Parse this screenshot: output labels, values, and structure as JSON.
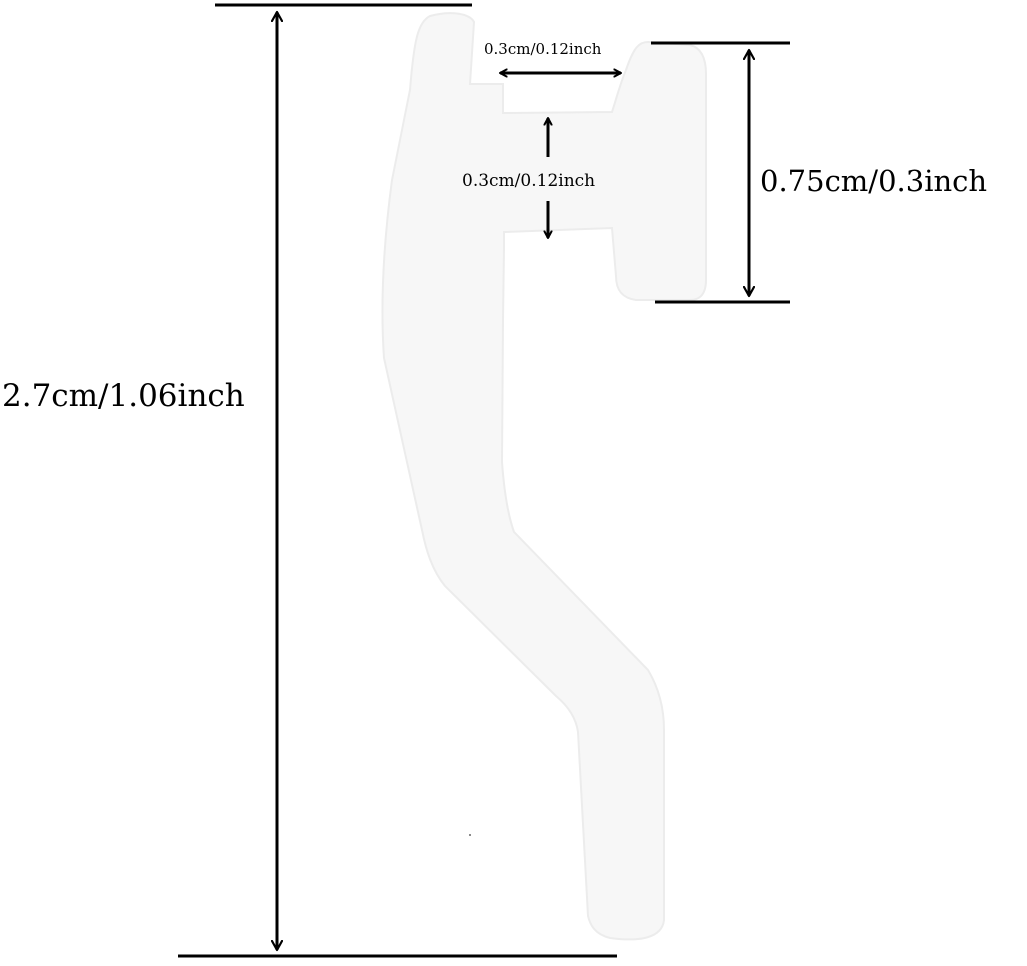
{
  "dimensions": {
    "total_height": "2.7cm/1.06inch",
    "head_height": "0.75cm/0.3inch",
    "slot_width": "0.3cm/0.12inch",
    "slot_height": "0.3cm/0.12inch"
  },
  "colors": {
    "background": "#ffffff",
    "part_fill": "#f7f7f7",
    "part_edge": "#e9e9e9",
    "dimension_lines": "#000000"
  },
  "icons": {
    "part": "window-crank-handle-icon"
  }
}
